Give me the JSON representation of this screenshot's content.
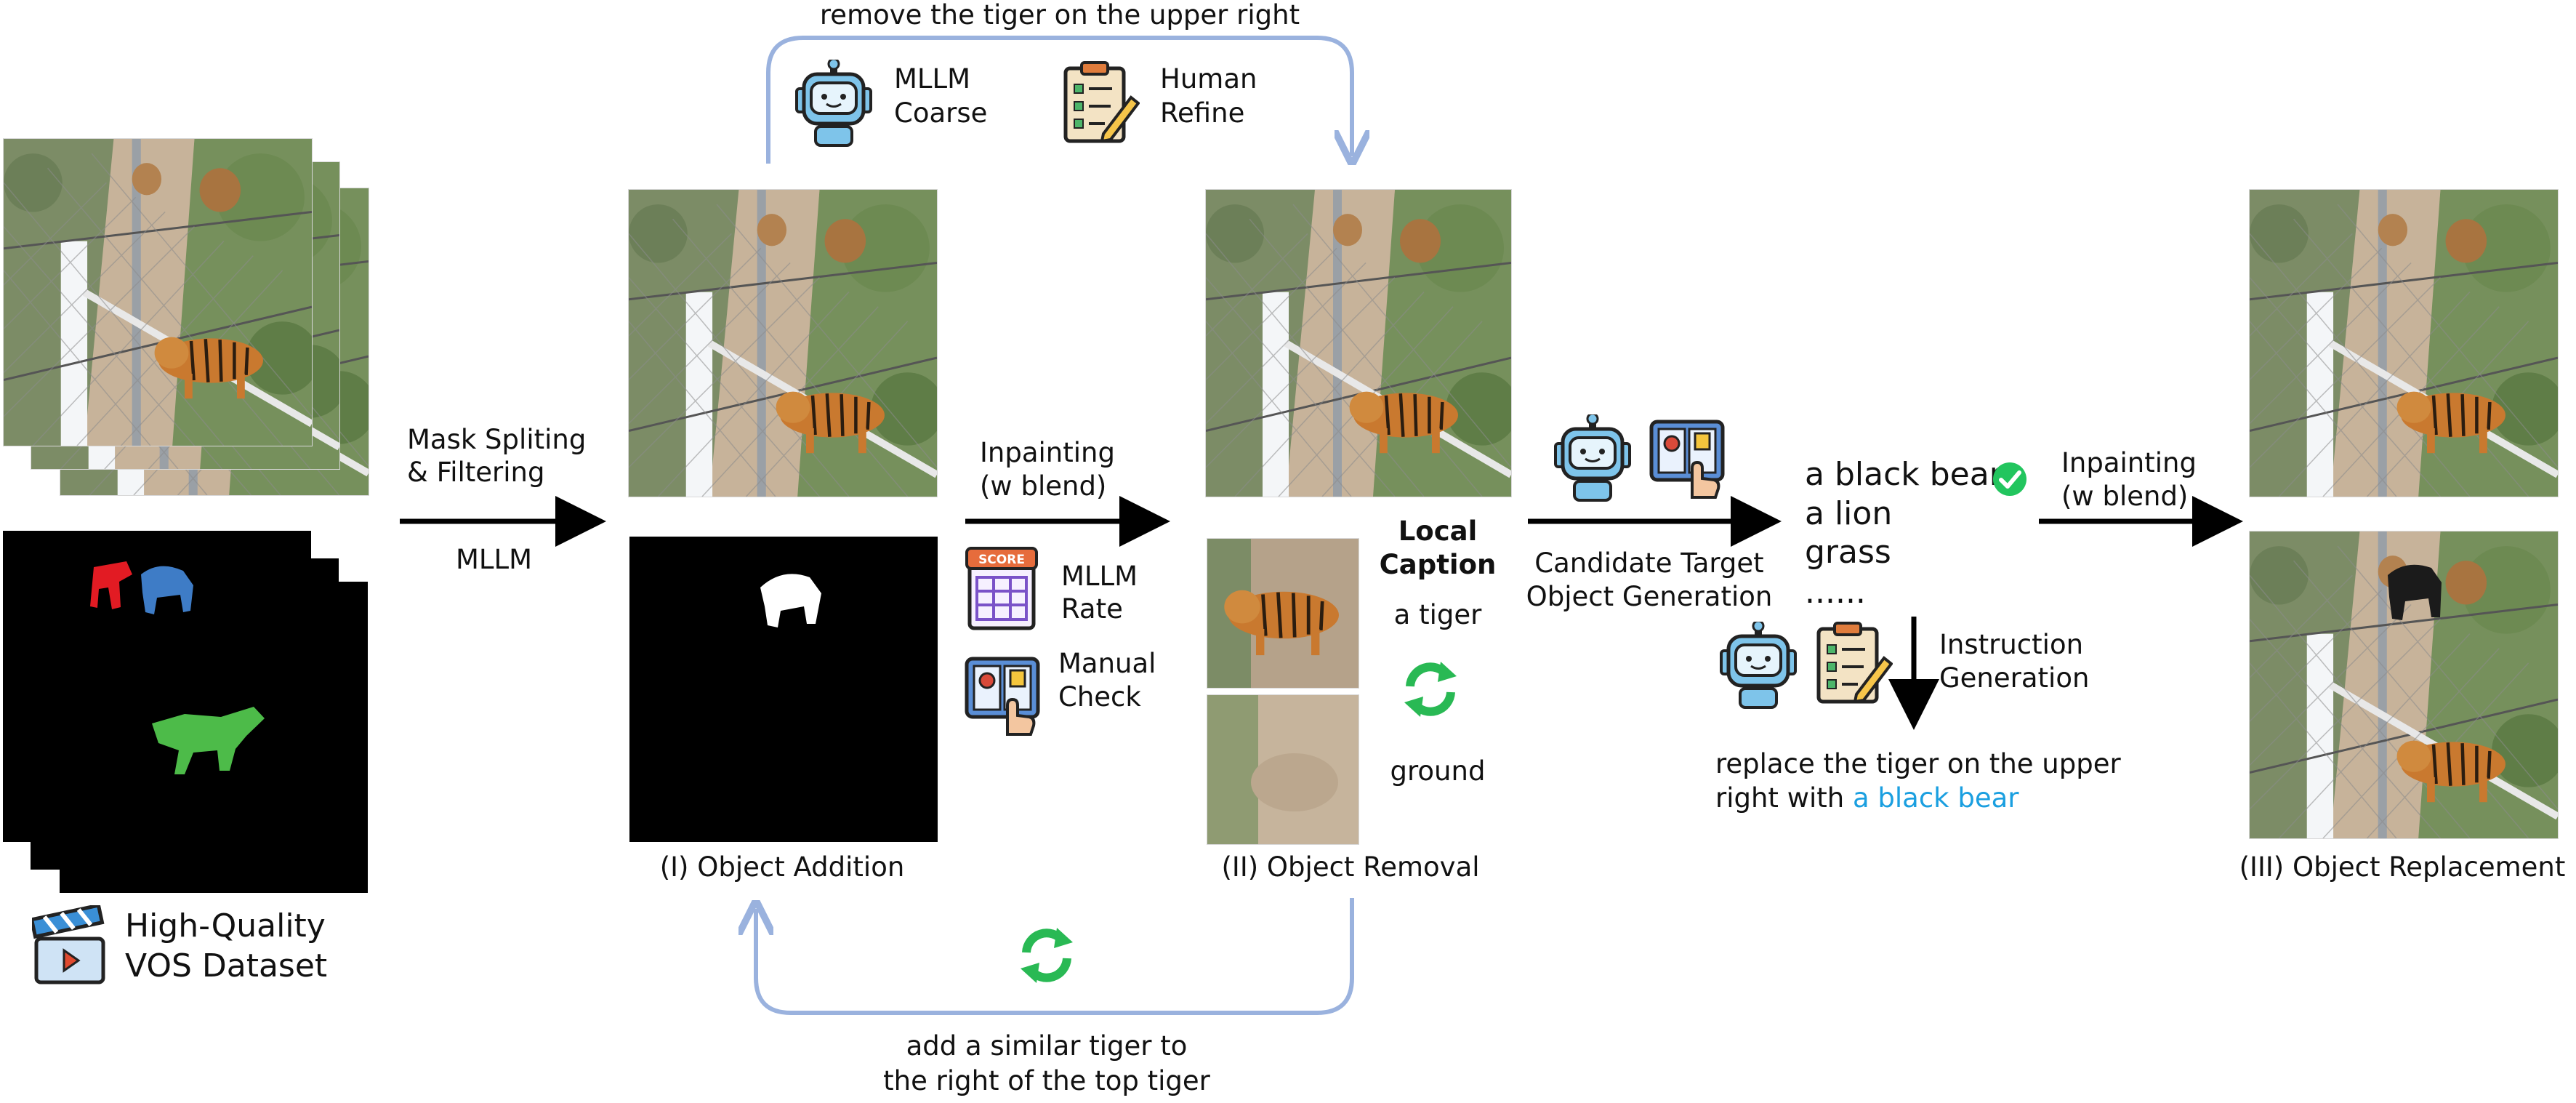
{
  "colors": {
    "flow_arrow": "#9ab2de",
    "black_arrow": "#000000",
    "highlight_text": "#1a9fe0",
    "check_green": "#22c55e",
    "mask_red": "#e21b23",
    "mask_blue": "#3e7cc6",
    "mask_green": "#4dbb49",
    "robot_blue": "#7ec4ea"
  },
  "icons": [
    "clapperboard-icon",
    "robot-icon",
    "clipboard-pencil-icon",
    "score-sheet-icon",
    "manual-check-icon",
    "refresh-icon",
    "check-circle-icon"
  ],
  "dataset": {
    "line1": "High-Quality",
    "line2": "VOS Dataset"
  },
  "step1": {
    "line1": "Mask Spliting",
    "line2": "& Filtering",
    "below": "MLLM"
  },
  "top_loop": {
    "text": "remove the tiger on the upper right",
    "mllm_line1": "MLLM",
    "mllm_line2": "Coarse",
    "human_line1": "Human",
    "human_line2": "Refine"
  },
  "addition": {
    "label": "(I) Object Addition"
  },
  "inpaint1": {
    "line1": "Inpainting",
    "line2": "(w blend)"
  },
  "quality": {
    "rate_line1": "MLLM",
    "rate_line2": "Rate",
    "check_line1": "Manual",
    "check_line2": "Check",
    "score_badge": "SCORE"
  },
  "removal": {
    "label": "(II) Object Removal"
  },
  "local_caption": {
    "title_line1": "Local",
    "title_line2": "Caption",
    "item1": "a tiger",
    "item2": "ground"
  },
  "bottom_loop": {
    "line1": "add a similar tiger to",
    "line2": "the right of the top tiger"
  },
  "candidate": {
    "line1": "Candidate Target",
    "line2": "Object Generation"
  },
  "objects": {
    "item1": "a black bear",
    "item2": "a lion",
    "item3": "grass",
    "more": "......"
  },
  "instruction_gen": {
    "line1": "Instruction",
    "line2": "Generation"
  },
  "instruction": {
    "line1": "replace the tiger on the upper",
    "line2_prefix": "right with ",
    "line2_highlight": "a black bear"
  },
  "inpaint2": {
    "line1": "Inpainting",
    "line2": "(w blend)"
  },
  "replacement": {
    "label": "(III) Object Replacement"
  }
}
